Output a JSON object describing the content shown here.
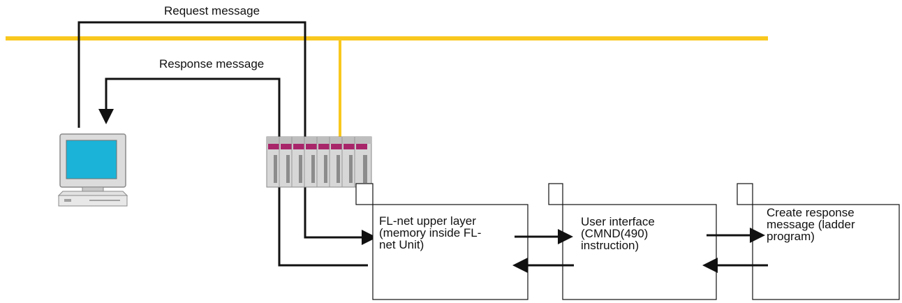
{
  "labels": {
    "request": "Request message",
    "response": "Response message"
  },
  "boxes": {
    "flnet": "FL-net upper layer\n(memory inside FL-\nnet Unit)",
    "user_interface": "User interface\n(CMND(490)\ninstruction)",
    "create_response": "Create response\nmessage (ladder\nprogram)"
  },
  "colors": {
    "network_line": "#F9C81E",
    "lines": "#111111",
    "monitor_screen": "#1BB4D8",
    "plc_accent": "#A8256A"
  },
  "icons": [
    "computer-icon",
    "plc-rack-icon"
  ]
}
